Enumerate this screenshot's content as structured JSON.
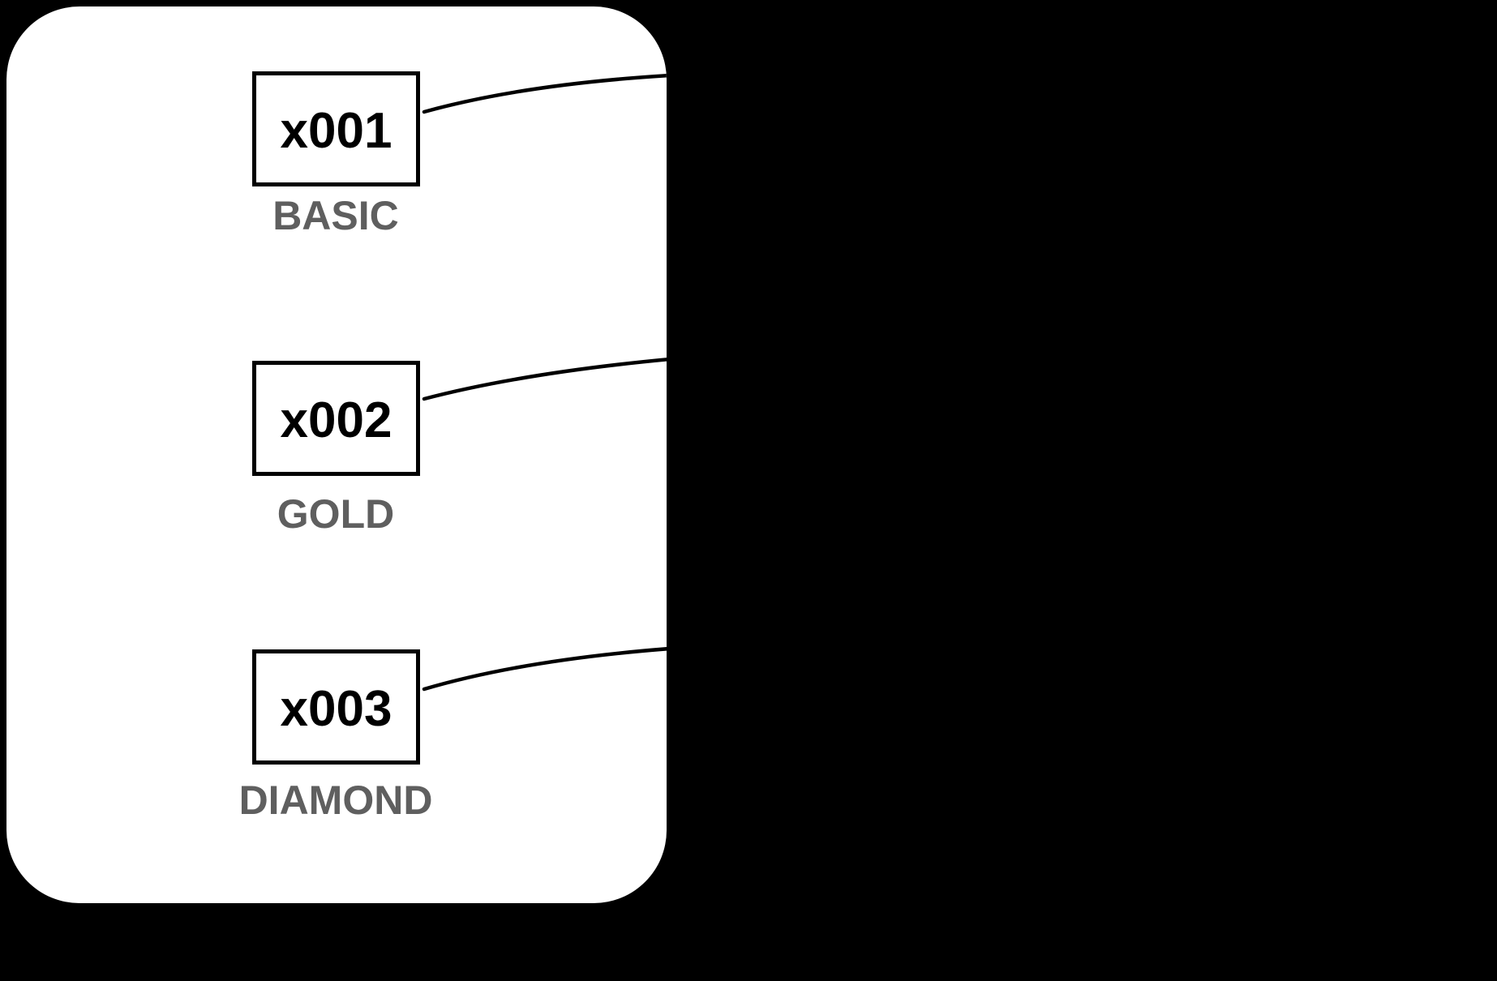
{
  "card": {
    "tiers": [
      {
        "code": "x001",
        "label": "BASIC"
      },
      {
        "code": "x002",
        "label": "GOLD"
      },
      {
        "code": "x003",
        "label": "DIAMOND"
      }
    ]
  },
  "colors": {
    "background": "#000000",
    "card_background": "#ffffff",
    "node_border": "#000000",
    "node_text": "#000000",
    "tier_label_text": "#5f5f5f",
    "connector": "#000000"
  }
}
